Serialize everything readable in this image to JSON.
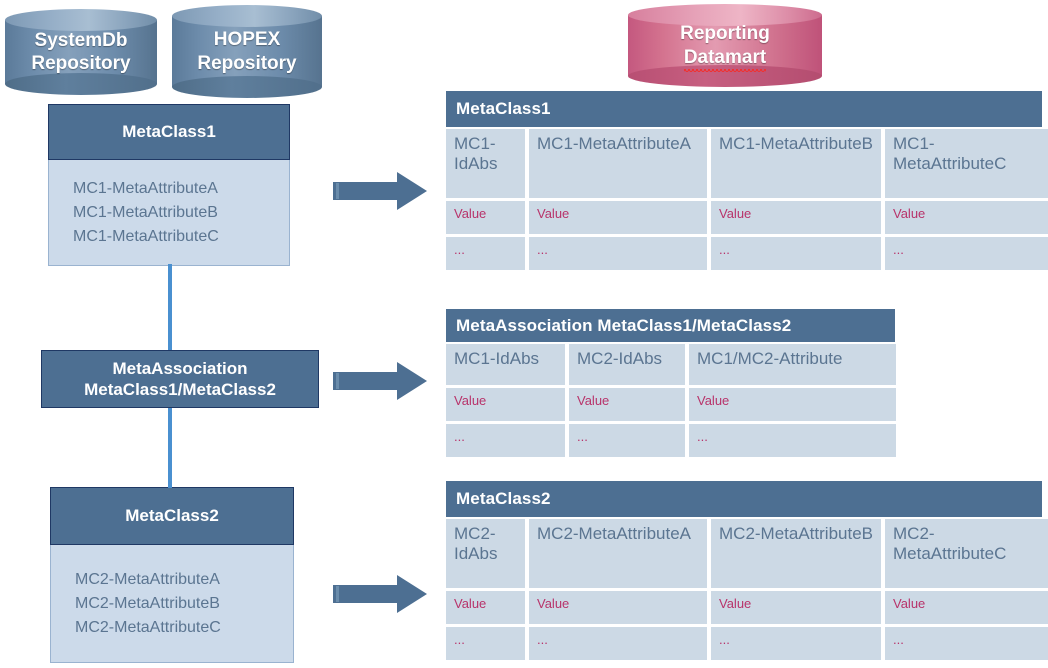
{
  "sources": {
    "cylinders": [
      {
        "id": "systemdb",
        "line1": "SystemDb",
        "line2": "Repository",
        "color": "#5b7a99"
      },
      {
        "id": "hopex",
        "line1": "HOPEX",
        "line2": "Repository",
        "color": "#5b7a99"
      }
    ],
    "target_cylinder": {
      "id": "reporting-datamart",
      "line1": "Reporting",
      "line2": "Datamart",
      "color": "#c4587f"
    }
  },
  "model": {
    "metaclass1": {
      "title": "MetaClass1",
      "attributes": [
        "MC1-MetaAttributeA",
        "MC1-MetaAttributeB",
        "MC1-MetaAttributeC"
      ]
    },
    "metaassociation": {
      "line1": "MetaAssociation",
      "line2": "MetaClass1/MetaClass2"
    },
    "metaclass2": {
      "title": "MetaClass2",
      "attributes": [
        "MC2-MetaAttributeA",
        "MC2-MetaAttributeB",
        "MC2-MetaAttributeC"
      ]
    }
  },
  "tables": {
    "metaclass1": {
      "title": "MetaClass1",
      "columns": [
        "MC1-IdAbs",
        "MC1-MetaAttributeA",
        "MC1-MetaAttributeB",
        "MC1-MetaAttributeC"
      ],
      "rows": [
        [
          "Value",
          "Value",
          "Value",
          "Value"
        ],
        [
          "...",
          "...",
          "...",
          "..."
        ]
      ]
    },
    "metaassociation": {
      "title": "MetaAssociation  MetaClass1/MetaClass2",
      "columns": [
        "MC1-IdAbs",
        "MC2-IdAbs",
        "MC1/MC2-Attribute"
      ],
      "rows": [
        [
          "Value",
          "Value",
          "Value"
        ],
        [
          "...",
          "...",
          "..."
        ]
      ]
    },
    "metaclass2": {
      "title": "MetaClass2",
      "columns": [
        "MC2-IdAbs",
        "MC2-MetaAttributeA",
        "MC2-MetaAttributeB",
        "MC2-MetaAttributeC"
      ],
      "rows": [
        [
          "Value",
          "Value",
          "Value",
          "Value"
        ],
        [
          "...",
          "...",
          "...",
          "..."
        ]
      ]
    }
  },
  "colors": {
    "header_blue": "#4d6f92",
    "body_blue": "#ccdaea",
    "cell_blue": "#ccd9e5",
    "value_red": "#b8336a",
    "label_blue": "#5b7591",
    "connector_blue": "#4a90d0",
    "pink": "#c4587f",
    "arrow_blue": "#4d6f92"
  }
}
